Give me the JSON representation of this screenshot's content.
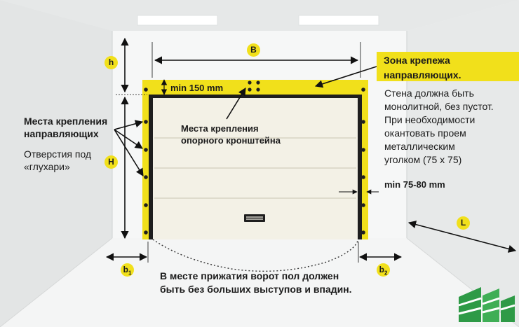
{
  "colors": {
    "accent_yellow": "#f1e01b",
    "door_panel": "#f3f1e6",
    "frame_dark": "#1e1e1e",
    "logo_green": "#2e9a46"
  },
  "labels": {
    "b": "B",
    "h": "h",
    "H": "H",
    "L": "L",
    "b1": "b",
    "b1_sub": "1",
    "b2": "b",
    "b2_sub": "2",
    "min150": "min 150 mm",
    "min7580": "min 75-80 mm",
    "guide_mounts_line1": "Места крепления",
    "guide_mounts_line2": "направляющих",
    "bolt_holes_line1": "Отверстия под",
    "bolt_holes_line2": "«глухари»",
    "bracket_line1": "Места крепления",
    "bracket_line2": "опорного кронштейна",
    "zone_title_line1": "Зона крепежа",
    "zone_title_line2": "направляющих.",
    "wall_note": [
      "Стена должна быть",
      "монолитной, без пустот.",
      "При необходимости",
      "окантовать проем",
      "металлическим",
      "уголком (75 х 75)"
    ],
    "floor_note_line1": "В месте прижатия ворот пол должен",
    "floor_note_line2": "быть без больших выступов и впадин."
  },
  "icons": {
    "logo": "green-stacked-blocks-logo"
  }
}
